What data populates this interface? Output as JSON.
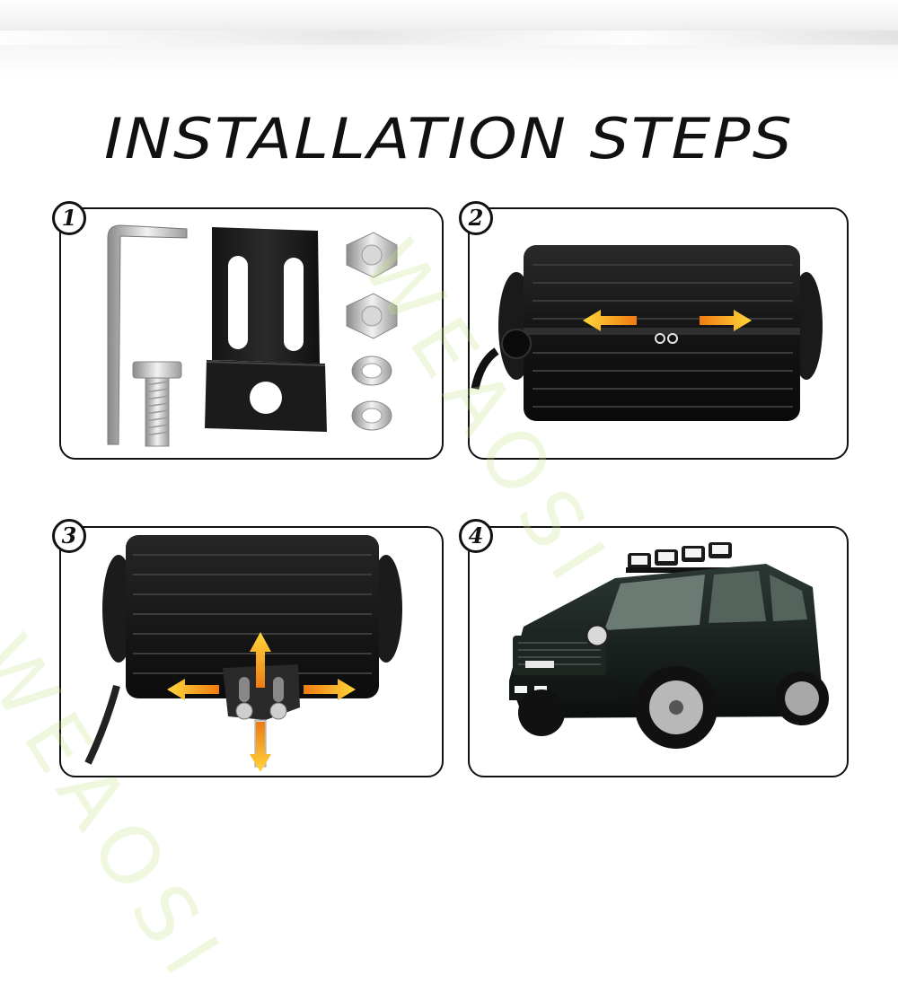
{
  "title": "INSTALLATION STEPS",
  "steps": [
    {
      "number": "1"
    },
    {
      "number": "2"
    },
    {
      "number": "3"
    },
    {
      "number": "4"
    }
  ],
  "watermark": "WEAOSI",
  "colors": {
    "border": "#111111",
    "arrow_orange": "#f08a1c",
    "arrow_yellow": "#ffd23a",
    "light_body": "#1a1a1a"
  }
}
